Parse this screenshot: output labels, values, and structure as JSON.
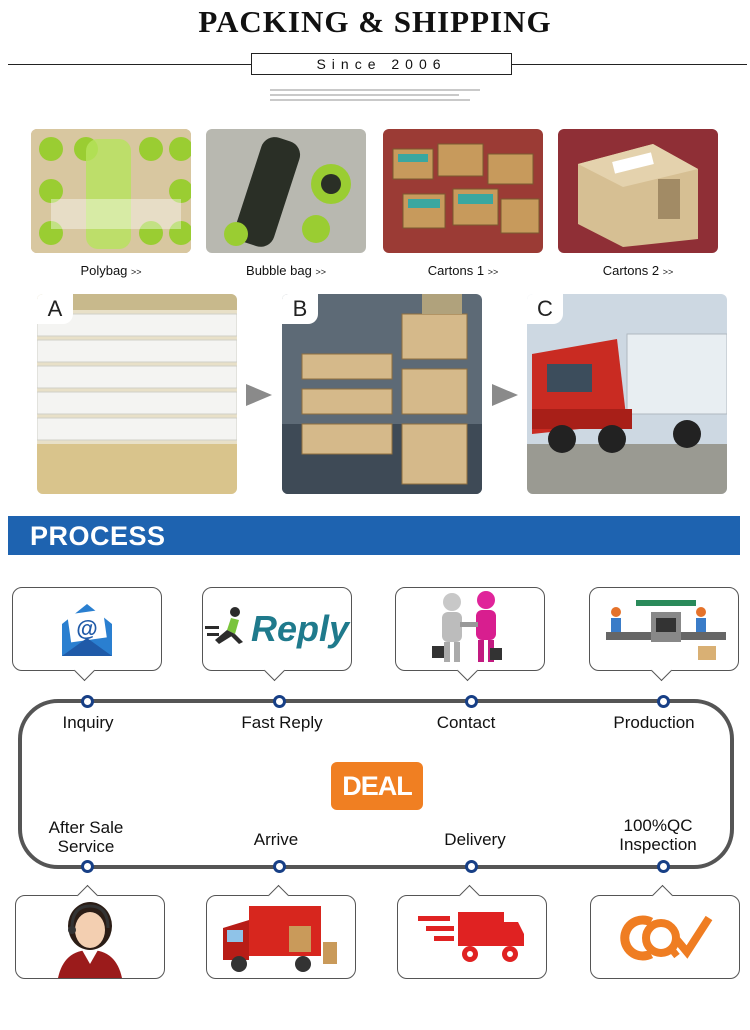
{
  "header": {
    "title": "PACKING & SHIPPING",
    "since": "Since 2006"
  },
  "packaging": [
    {
      "label": "Polybag",
      "suffix": ">>"
    },
    {
      "label": "Bubble bag",
      "suffix": ">>"
    },
    {
      "label": "Cartons 1",
      "suffix": ">>"
    },
    {
      "label": "Cartons 2",
      "suffix": ">>"
    }
  ],
  "steps_photos": [
    {
      "letter": "A"
    },
    {
      "letter": "B"
    },
    {
      "letter": "C"
    }
  ],
  "process": {
    "title": "PROCESS",
    "top_steps": [
      "Inquiry",
      "Fast Reply",
      "Contact",
      "Production"
    ],
    "bottom_steps": [
      "After Sale\nService",
      "Arrive",
      "Delivery",
      "100%QC\nInspection"
    ],
    "deal": "DEAL",
    "reply_logo_text": "Reply"
  },
  "colors": {
    "banner": "#1e63b0",
    "deal": "#f07f22",
    "dot": "#173f86"
  }
}
